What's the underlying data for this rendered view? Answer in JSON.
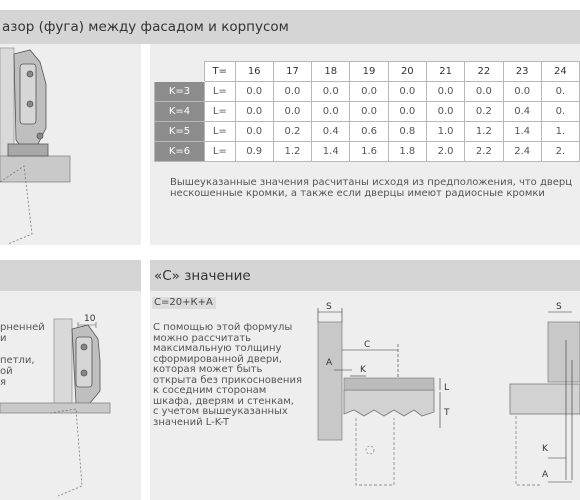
{
  "section_top": {
    "title": "азор (фуга) между фасадом и корпусом"
  },
  "table": {
    "t_label": "T=",
    "l_label": "L=",
    "columns": [
      "16",
      "17",
      "18",
      "19",
      "20",
      "21",
      "22",
      "23",
      "24"
    ],
    "rows": [
      {
        "k": "K=3",
        "values": [
          "0.0",
          "0.0",
          "0.0",
          "0.0",
          "0.0",
          "0.0",
          "0.0",
          "0.0",
          "0."
        ]
      },
      {
        "k": "K=4",
        "values": [
          "0.0",
          "0.0",
          "0.0",
          "0.0",
          "0.0",
          "0.0",
          "0.2",
          "0.4",
          "0."
        ]
      },
      {
        "k": "K=5",
        "values": [
          "0.0",
          "0.2",
          "0.4",
          "0.6",
          "0.8",
          "1.0",
          "1.2",
          "1.4",
          "1."
        ]
      },
      {
        "k": "K=6",
        "values": [
          "0.9",
          "1.2",
          "1.4",
          "1.6",
          "1.8",
          "2.0",
          "2.2",
          "2.4",
          "2."
        ]
      }
    ]
  },
  "note": {
    "line1": "Вышеуказанные значения расчитаны исходя из предположения, что дверц",
    "line2": "нескошенные кромки, а также если дверцы имеют радиосные кромки"
  },
  "section_c": {
    "title": "«С» значение",
    "formula": "С=20+К+А",
    "description": "С помощью этой формулы\nможно рассчитать\nмаксимальную толщину\nсформированной двери,\nкоторая может быть\nоткрыта без прикосновения\nк соседним сторонам\nшкафа, дверям и стенкам,\nс учетом вышеуказанных\nзначений L-K-T"
  },
  "left_cut_text": "рненней\nи\n\nпетли,\nой\nя",
  "diagram_labels": {
    "s": "S",
    "c": "C",
    "a": "A",
    "k": "K",
    "l": "L",
    "t": "T",
    "ten": "10"
  }
}
